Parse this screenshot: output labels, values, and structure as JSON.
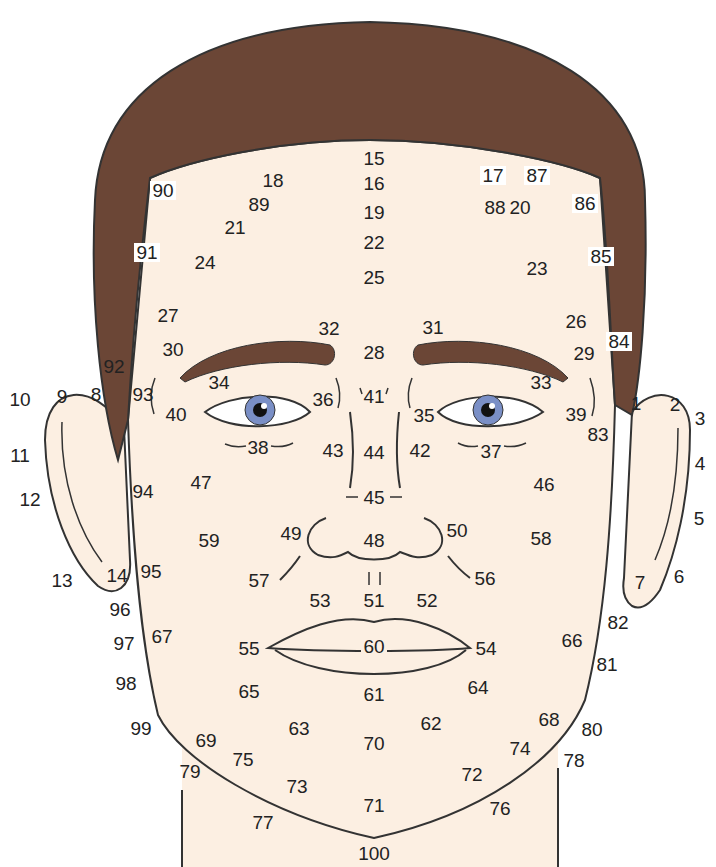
{
  "diagram": {
    "labels": [
      "1",
      "2",
      "3",
      "4",
      "5",
      "6",
      "7",
      "8",
      "9",
      "10",
      "11",
      "12",
      "13",
      "14",
      "15",
      "16",
      "17",
      "18",
      "19",
      "20",
      "21",
      "22",
      "23",
      "24",
      "25",
      "26",
      "27",
      "28",
      "29",
      "30",
      "31",
      "32",
      "33",
      "34",
      "35",
      "36",
      "37",
      "38",
      "39",
      "40",
      "41",
      "42",
      "43",
      "44",
      "45",
      "46",
      "47",
      "48",
      "49",
      "50",
      "51",
      "52",
      "53",
      "54",
      "55",
      "56",
      "57",
      "58",
      "59",
      "60",
      "61",
      "62",
      "63",
      "64",
      "65",
      "66",
      "67",
      "68",
      "69",
      "70",
      "71",
      "72",
      "73",
      "74",
      "75",
      "76",
      "77",
      "78",
      "79",
      "80",
      "81",
      "82",
      "83",
      "84",
      "85",
      "86",
      "87",
      "88",
      "89",
      "90",
      "91",
      "92",
      "93",
      "94",
      "95",
      "96",
      "97",
      "98",
      "99",
      "100"
    ]
  }
}
